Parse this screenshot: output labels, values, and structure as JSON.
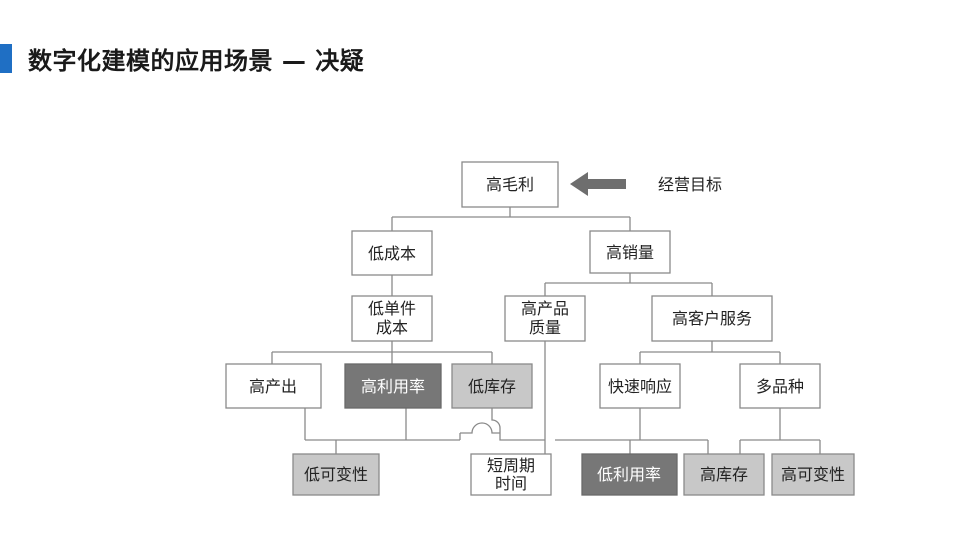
{
  "slide": {
    "title": "数字化建模的应用场景 — 决疑"
  },
  "diagram": {
    "goal_label": "经营目标",
    "nodes": {
      "high_margin": "高毛利",
      "low_cost": "低成本",
      "high_volume": "高销量",
      "low_unit_cost_1": "低单件",
      "low_unit_cost_2": "成本",
      "high_quality_1": "高产品",
      "high_quality_2": "质量",
      "high_service": "高客户服务",
      "high_output": "高产出",
      "high_utilization": "高利用率",
      "low_inventory": "低库存",
      "fast_response": "快速响应",
      "high_variety": "多品种",
      "low_variability": "低可变性",
      "short_cycle_1": "短周期",
      "short_cycle_2": "时间",
      "low_utilization": "低利用率",
      "high_inventory": "高库存",
      "high_variability": "高可变性"
    },
    "colors": {
      "dark_fill": "#777777",
      "grey_fill": "#c8c8c8",
      "arrow": "#6e6e6e",
      "title_accent": "#1f6fc4"
    }
  }
}
